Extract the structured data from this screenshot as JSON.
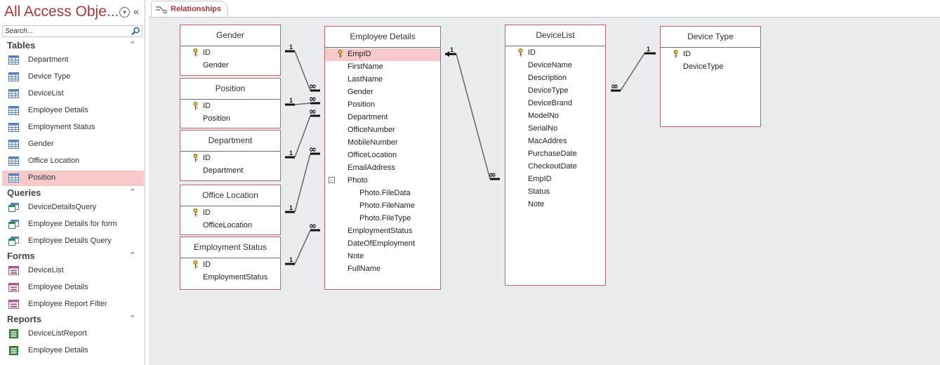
{
  "nav": {
    "title": "All Access Obje...",
    "search_placeholder": "Search...",
    "groups": [
      {
        "name": "Tables",
        "items": [
          "Department",
          "Device Type",
          "DeviceList",
          "Employee Details",
          "Employment Status",
          "Gender",
          "Office Location",
          "Position"
        ],
        "selected": "Position",
        "icon": "table-icon"
      },
      {
        "name": "Queries",
        "items": [
          "DeviceDetailsQuery",
          "Employee Details for form",
          "Employee Details Query"
        ],
        "icon": "query-icon"
      },
      {
        "name": "Forms",
        "items": [
          "DeviceList",
          "Employee Details",
          "Employee Report Filter"
        ],
        "icon": "form-icon"
      },
      {
        "name": "Reports",
        "items": [
          "DeviceListReport",
          "Employee Details"
        ],
        "icon": "report-icon"
      }
    ]
  },
  "tab": {
    "label": "Relationships"
  },
  "relationship_labels": {
    "one": "1",
    "many": "∞"
  },
  "tables": {
    "gender": {
      "title": "Gender",
      "fields": [
        "ID",
        "Gender"
      ],
      "pk": "ID"
    },
    "position": {
      "title": "Position",
      "fields": [
        "ID",
        "Position"
      ],
      "pk": "ID"
    },
    "department": {
      "title": "Department",
      "fields": [
        "ID",
        "Department"
      ],
      "pk": "ID"
    },
    "office_location": {
      "title": "Office Location",
      "fields": [
        "ID",
        "OfficeLocation"
      ],
      "pk": "ID"
    },
    "employment_status": {
      "title": "Employment Status",
      "fields": [
        "ID",
        "EmploymentStatus"
      ],
      "pk": "ID"
    },
    "employee_details": {
      "title": "Employee Details",
      "fields": [
        "EmpID",
        "FirstName",
        "LastName",
        "Gender",
        "Position",
        "Department",
        "OfficeNumber",
        "MobileNumber",
        "OfficeLocation",
        "EmailAddress",
        "Photo",
        "Photo.FileData",
        "Photo.FileName",
        "Photo.FileType",
        "EmploymentStatus",
        "DateOfEmployment",
        "Note",
        "FullName"
      ],
      "pk": "EmpID",
      "selected_field": "EmpID"
    },
    "device_list": {
      "title": "DeviceList",
      "fields": [
        "ID",
        "DeviceName",
        "Description",
        "DeviceType",
        "DeviceBrand",
        "ModelNo",
        "SerialNo",
        "MacAddres",
        "PurchaseDate",
        "CheckoutDate",
        "EmpID",
        "Status",
        "Note"
      ],
      "pk": "ID"
    },
    "device_type": {
      "title": "Device Type",
      "fields": [
        "ID",
        "DeviceType"
      ],
      "pk": "ID"
    }
  },
  "colors": {
    "accent": "#a4373a",
    "selected": "#f7c9cb",
    "canvas": "#eaecef",
    "box_border": "#b4686a"
  }
}
